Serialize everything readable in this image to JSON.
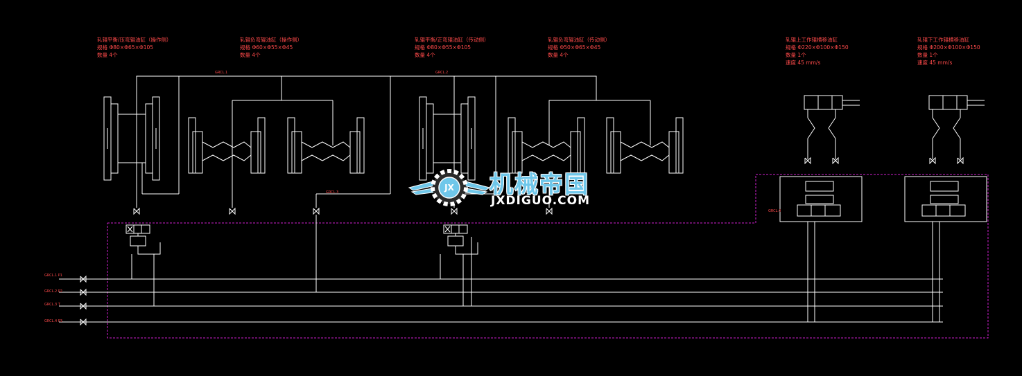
{
  "colors": {
    "line": "#ffffff",
    "label": "#ff4a4a",
    "boundary": "#d020d0",
    "watermark_blue": "#6fc7ea"
  },
  "watermark": {
    "cn": "机械帝国",
    "en": "JXDIGUO.COM",
    "badge": "JX"
  },
  "labels": [
    {
      "id": "g1",
      "lines": [
        "轧辊平衡/压弯辊油缸（操作侧）",
        "规格 Φ80×Φ65×Φ105",
        "数量 4个"
      ]
    },
    {
      "id": "g2",
      "lines": [
        "轧辊负弯辊油缸（操作侧）",
        "规格 Φ60×Φ55×Φ45",
        "数量 4个"
      ]
    },
    {
      "id": "g3",
      "lines": [
        "轧辊平衡/正弯辊油缸（传动侧）",
        "规格 Φ80×Φ55×Φ105",
        "数量 4个"
      ]
    },
    {
      "id": "g4",
      "lines": [
        "轧辊负弯辊油缸（传动侧）",
        "规格 Φ50×Φ65×Φ45",
        "数量 4个"
      ]
    },
    {
      "id": "g5",
      "lines": [
        "轧辊上工作辊横移油缸",
        "规格 Φ220×Φ100×Φ150",
        "数量 1个",
        "速度 45 mm/s"
      ]
    },
    {
      "id": "g6",
      "lines": [
        "轧辊下工作辊横移油缸",
        "规格 Φ200×Φ100×Φ150",
        "数量 1个",
        "速度 45 mm/s"
      ]
    }
  ],
  "line_tags": [
    "GRCL.1",
    "GRCL.2",
    "GRCL.3",
    "GRCL.4"
  ],
  "inlets": [
    "GRCL.1 P1",
    "GRCL.2 P2",
    "GRCL.3 T",
    "GRCL.4 P3"
  ]
}
